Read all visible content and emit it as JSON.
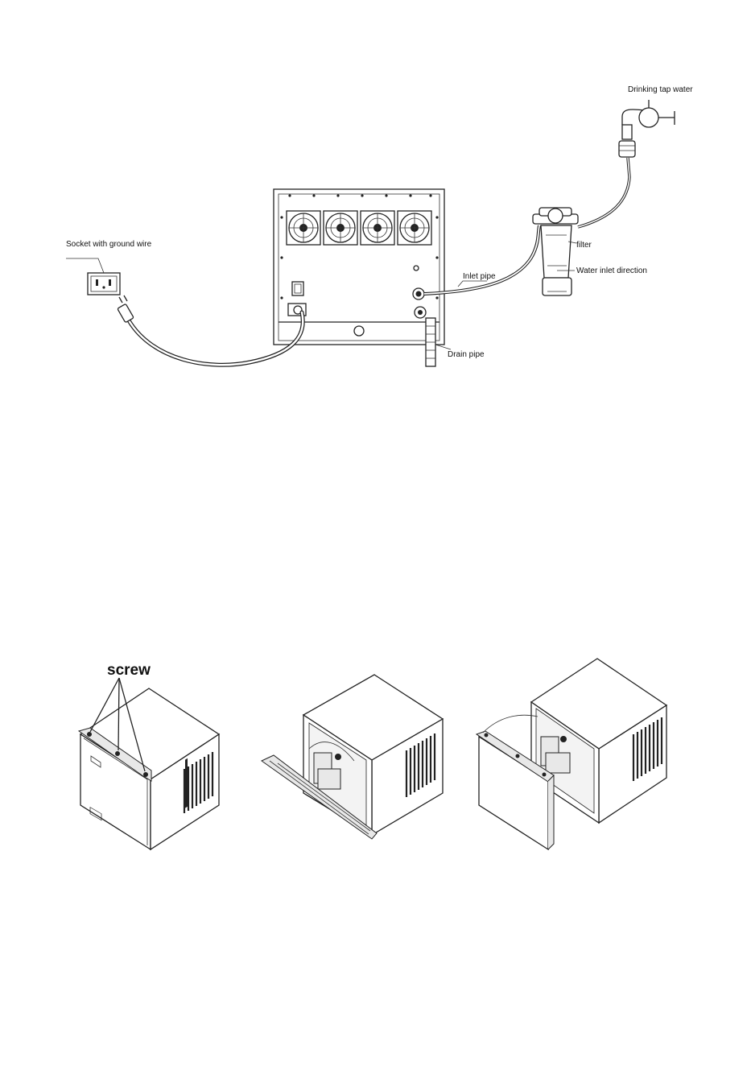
{
  "labels": {
    "drinking_tap_water": "Drinking tap water",
    "socket": "Socket with ground wire",
    "filter": "filter",
    "inlet_pipe": "Inlet pipe",
    "water_inlet_direction": "Water inlet direction",
    "drain_pipe": "Drain pipe",
    "screw": "screw"
  }
}
